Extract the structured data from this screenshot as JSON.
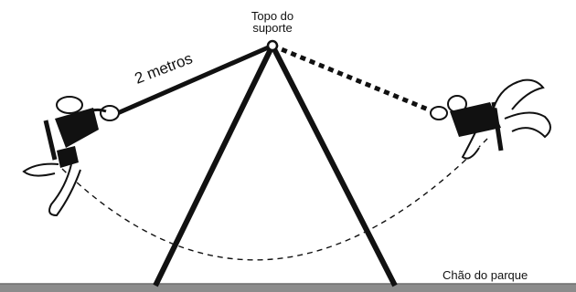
{
  "labels": {
    "pivot_line1": "Topo do",
    "pivot_line2": "suporte",
    "rope_length": "2 metros",
    "ground": "Chão do parque"
  },
  "colors": {
    "ink": "#111111",
    "ground": "#8c8c8c",
    "background": "#ffffff"
  },
  "icons": {
    "left_figure": "child-on-swing-icon",
    "right_figure": "child-on-swing-icon"
  }
}
